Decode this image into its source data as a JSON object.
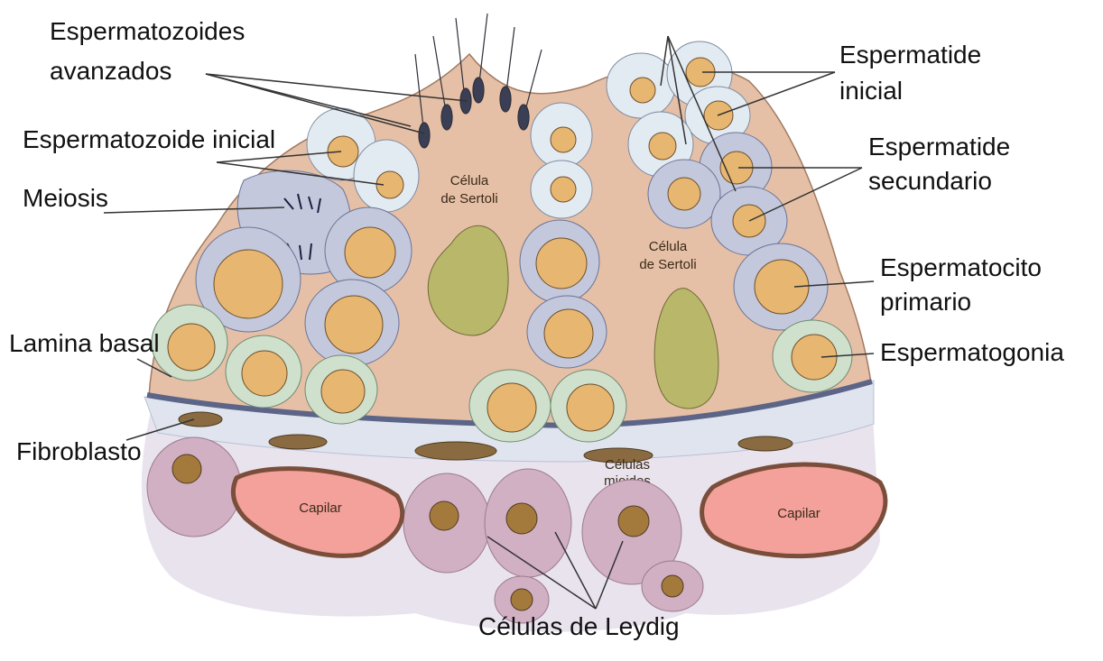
{
  "labels": {
    "espermatozoides_avanzados_1": "Espermatozoides",
    "espermatozoides_avanzados_2": "avanzados",
    "espermatozoide_inicial": "Espermatozoide inicial",
    "meiosis": "Meiosis",
    "lamina_basal": "Lamina basal",
    "fibroblasto": "Fibroblasto",
    "espermatide_inicial_1": "Espermatide",
    "espermatide_inicial_2": "inicial",
    "espermatide_secundario_1": "Espermatide",
    "espermatide_secundario_2": "secundario",
    "espermatocito_primario_1": "Espermatocito",
    "espermatocito_primario_2": "primario",
    "espermatogonia": "Espermatogonia",
    "celulas_leydig": "Células de Leydig"
  },
  "inner_labels": {
    "sertoli_left_1": "Célula",
    "sertoli_left_2": "de Sertoli",
    "sertoli_right_1": "Célula",
    "sertoli_right_2": "de Sertoli",
    "mioides_1": "Células",
    "mioides_2": "mioides",
    "capilar_left": "Capilar",
    "capilar_right": "Capilar"
  },
  "colors": {
    "sertoli_cytoplasm": "#e6c0a6",
    "spermatogonia": "#cfe0cc",
    "spermatocyte": "#c3c8dc",
    "spermatid": "#e3ebf2",
    "nucleus": "#e7b772",
    "sertoli_nucleus": "#b9b86a",
    "basal_lamina": "#5c6488",
    "connective": "#e8e6ee",
    "leydig": "#d2b0c4",
    "capillary": "#f3a19a",
    "fibroblast": "#8a6a40"
  }
}
